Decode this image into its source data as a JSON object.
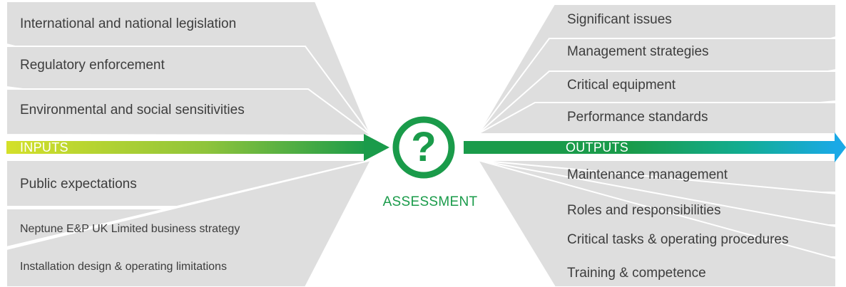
{
  "inputs": {
    "label": "INPUTS",
    "items": [
      "International and national legislation",
      "Regulatory enforcement",
      "Environmental and social sensitivities",
      "Public expectations",
      "Neptune E&P UK Limited business strategy",
      "Installation design & operating limitations"
    ]
  },
  "outputs": {
    "label": "OUTPUTS",
    "items": [
      "Significant issues",
      "Management strategies",
      "Critical equipment",
      "Performance standards",
      "Maintenance management",
      "Roles and responsibilities",
      "Critical tasks & operating procedures",
      "Training & competence"
    ]
  },
  "center": {
    "label": "ASSESSMENT",
    "icon": "question-mark-icon",
    "glyph": "?"
  },
  "colors": {
    "panel": "#dedede",
    "green": "#1a9b4a",
    "lime": "#c9db2b",
    "blue": "#1aa9e6",
    "text": "#3d3d3d"
  }
}
